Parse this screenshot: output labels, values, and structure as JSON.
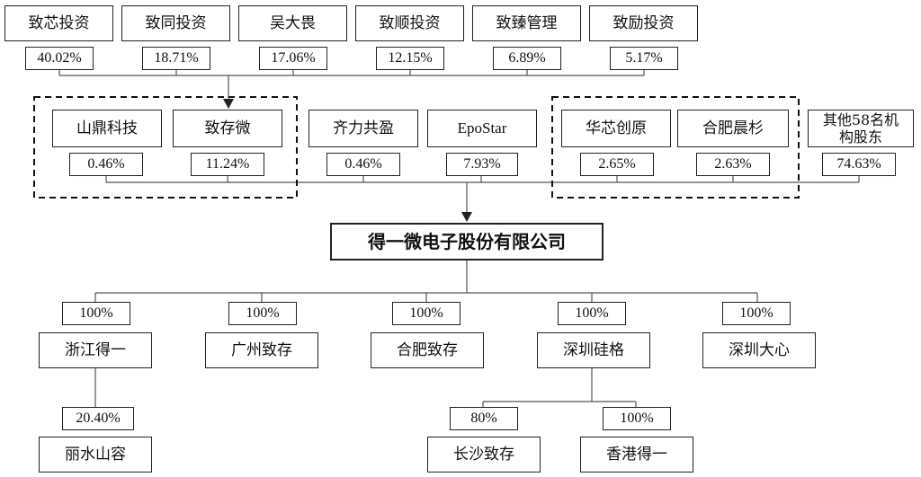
{
  "shareholders_top": [
    {
      "name": "致芯投资",
      "pct": "40.02%"
    },
    {
      "name": "致同投资",
      "pct": "18.71%"
    },
    {
      "name": "吴大畏",
      "pct": "17.06%"
    },
    {
      "name": "致顺投资",
      "pct": "12.15%"
    },
    {
      "name": "致臻管理",
      "pct": "6.89%"
    },
    {
      "name": "致励投资",
      "pct": "5.17%"
    }
  ],
  "shareholders_mid": [
    {
      "name": "山鼎科技",
      "pct": "0.46%"
    },
    {
      "name": "致存微",
      "pct": "11.24%"
    },
    {
      "name": "齐力共盈",
      "pct": "0.46%"
    },
    {
      "name": "EpoStar",
      "pct": "7.93%"
    },
    {
      "name": "华芯创原",
      "pct": "2.65%"
    },
    {
      "name": "合肥晨杉",
      "pct": "2.63%"
    },
    {
      "name": "其他58名机\n构股东",
      "pct": "74.63%"
    }
  ],
  "company": "得一微电子股份有限公司",
  "subsidiaries": [
    {
      "name": "浙江得一",
      "pct": "100%"
    },
    {
      "name": "广州致存",
      "pct": "100%"
    },
    {
      "name": "合肥致存",
      "pct": "100%"
    },
    {
      "name": "深圳硅格",
      "pct": "100%"
    },
    {
      "name": "深圳大心",
      "pct": "100%"
    }
  ],
  "sub_subsidiaries": [
    {
      "name": "丽水山容",
      "pct": "20.40%"
    },
    {
      "name": "长沙致存",
      "pct": "80%"
    },
    {
      "name": "香港得一",
      "pct": "100%"
    }
  ]
}
